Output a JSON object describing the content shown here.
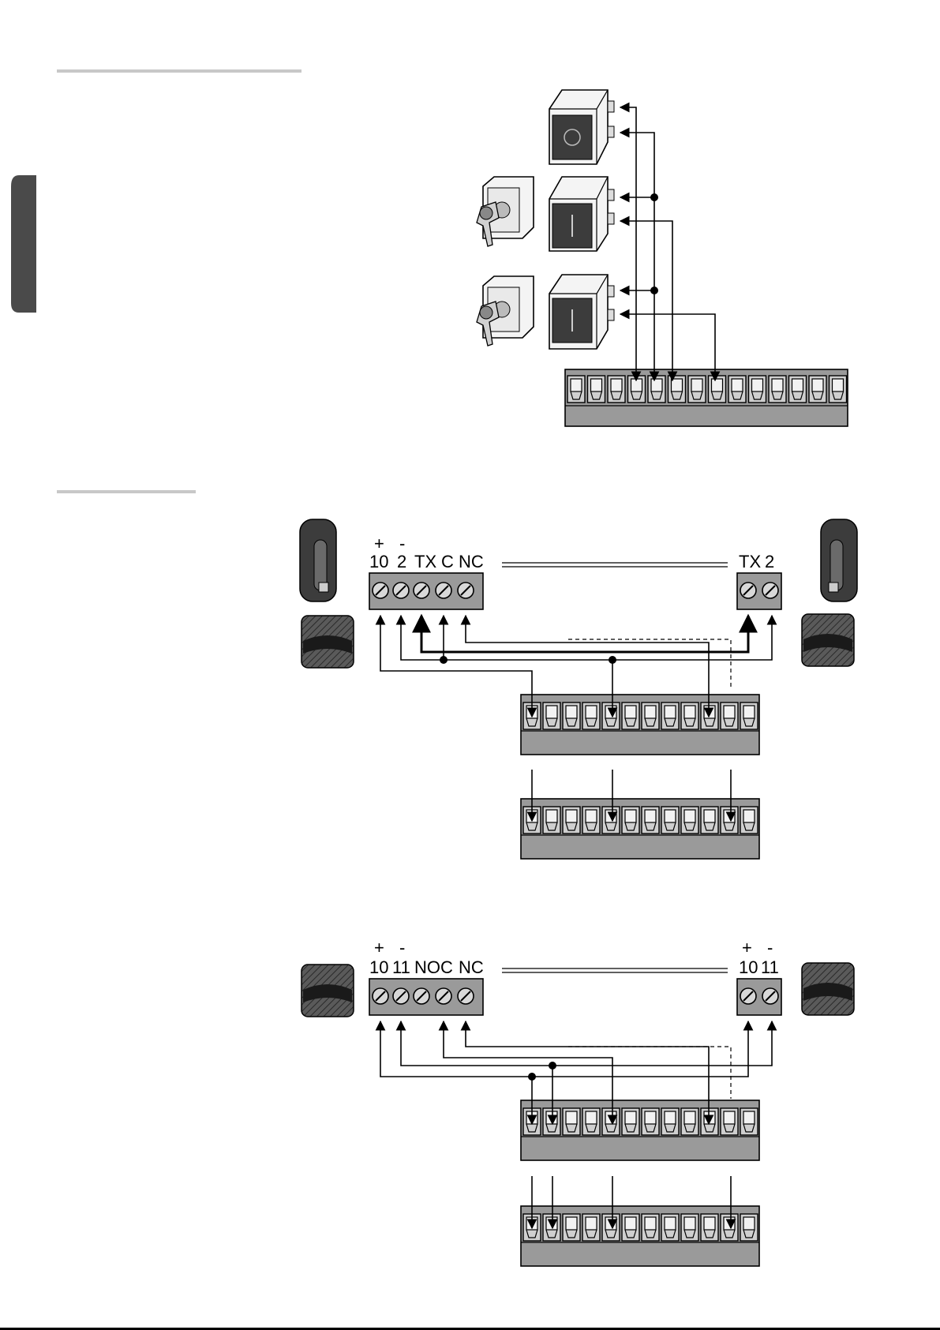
{
  "diagram1": {
    "devices": [
      "stop-button",
      "key-switch-open",
      "open-button",
      "key-switch-close",
      "close-button"
    ],
    "terminal_count": 14
  },
  "diagram2": {
    "rx_labels": {
      "plus": "+",
      "minus": "-",
      "t1": "10",
      "t2": "2",
      "t3": "TX",
      "t4": "C",
      "t5": "NC"
    },
    "tx_labels": {
      "t1": "TX",
      "t2": "2"
    },
    "terminal_count": 12
  },
  "diagram3": {
    "rx_labels": {
      "plus": "+",
      "minus": "-",
      "t1": "10",
      "t2": "11",
      "t3": "NO",
      "t4": "C",
      "t5": "NC"
    },
    "tx_labels": {
      "plus": "+",
      "minus": "-",
      "t1": "10",
      "t2": "11"
    },
    "terminal_count": 12
  },
  "colors": {
    "rule": "#c8c8c8",
    "tab": "#4a4a4a",
    "terminal_body": "#9a9a9a",
    "terminal_cell": "#e6e6e6",
    "device_dark": "#3c3c3c",
    "wire": "#000000"
  }
}
